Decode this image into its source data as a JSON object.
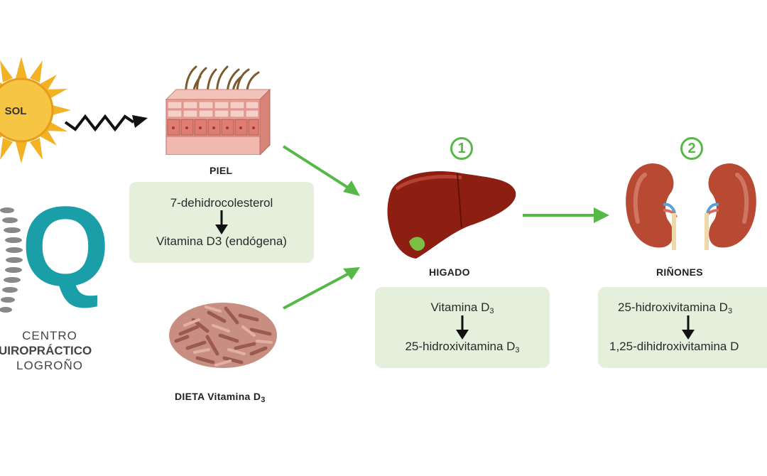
{
  "sun": {
    "label": "SOL"
  },
  "skin": {
    "caption": "PIEL"
  },
  "skin_box": {
    "line1": "7-dehidrocolesterol",
    "line2": "Vitamina D3 (endógena)"
  },
  "diet": {
    "caption_main": "DIETA Vitamina D",
    "caption_sub": "3"
  },
  "liver": {
    "step": "1",
    "caption": "HIGADO",
    "line1_main": "Vitamina D",
    "line1_sub": "3",
    "line2_main": "25-hidroxivitamina D",
    "line2_sub": "3"
  },
  "kidneys": {
    "step": "2",
    "caption": "RIÑONES",
    "line1_main": "25-hidroxivitamina D",
    "line1_sub": "3",
    "line2_main": "1,25-dihidroxivitamina D",
    "line2_sub": ""
  },
  "logo": {
    "letter": "Q",
    "line1": "CENTRO",
    "line2": "QUIROPRÁCTICO",
    "line3": "LOGROÑO"
  },
  "colors": {
    "arrow_green": "#56b947",
    "box_fill": "#e4efdc",
    "logo_teal": "#1a9ea8",
    "sun_yellow": "#f3b124",
    "liver_red": "#8c1f12",
    "kidney_red": "#b84a34"
  }
}
